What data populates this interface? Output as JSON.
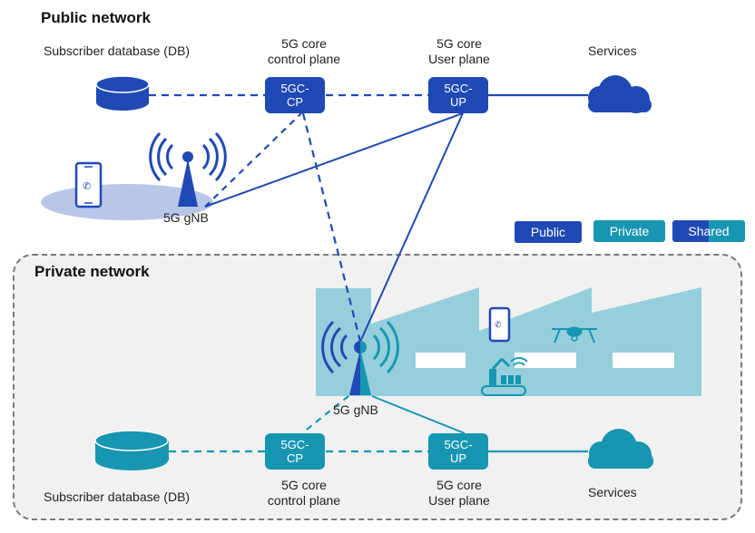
{
  "colors": {
    "public": "#1f49b5",
    "private": "#1796b2",
    "factory": "#95cfdb",
    "private_bg": "#f1f1f1",
    "coverage": "#b8c6e8"
  },
  "public_network": {
    "title": "Public network",
    "db_label": "Subscriber database (DB)",
    "cp_caption": [
      "5G core",
      "control plane"
    ],
    "up_caption": [
      "5G core",
      "User plane"
    ],
    "services_label": "Services",
    "cp_node": [
      "5GC-",
      "CP"
    ],
    "up_node": [
      "5GC-",
      "UP"
    ],
    "gnb_label": "5G gNB"
  },
  "legend": {
    "public": "Public",
    "private": "Private",
    "shared": "Shared"
  },
  "private_network": {
    "title": "Private network",
    "gnb_label": "5G gNB",
    "cp_node": [
      "5GC-",
      "CP"
    ],
    "up_node": [
      "5GC-",
      "UP"
    ],
    "db_label": "Subscriber database (DB)",
    "cp_caption": [
      "5G core",
      "control plane"
    ],
    "up_caption": [
      "5G core",
      "User plane"
    ],
    "services_label": "Services"
  }
}
